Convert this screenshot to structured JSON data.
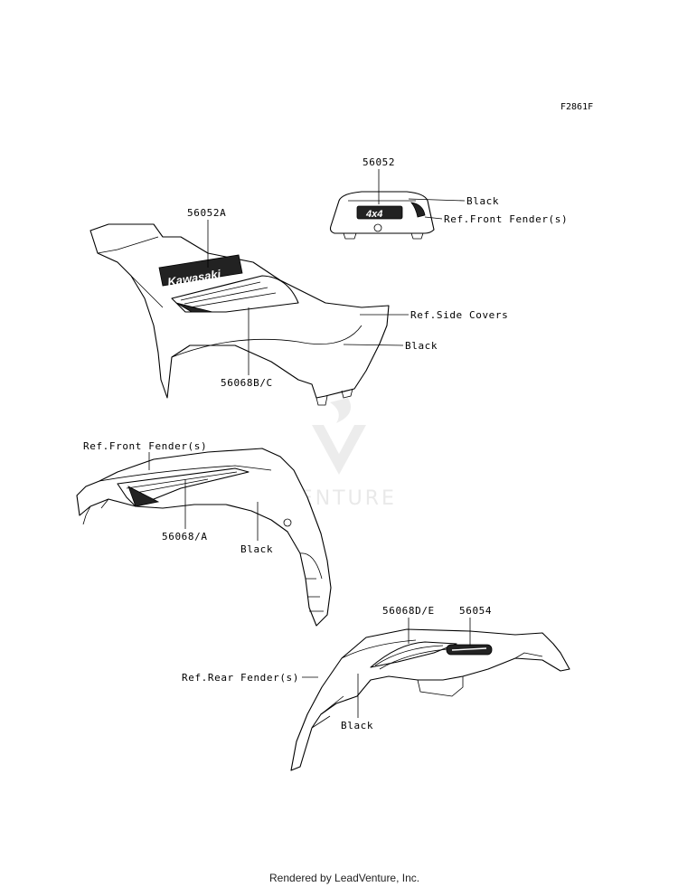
{
  "figure_code": "F2861F",
  "footer": "Rendered by LeadVenture, Inc.",
  "watermark": "LEADVENTURE",
  "decal_text": {
    "kawasaki": "Kawasaki",
    "four_by_four": "4x4"
  },
  "callouts": {
    "part_56052": "56052",
    "black_top": "Black",
    "ref_front_fender_top": "Ref.Front Fender(s)",
    "part_56052A": "56052A",
    "ref_side_covers": "Ref.Side Covers",
    "black_side": "Black",
    "part_56068BC": "56068B/C",
    "ref_front_fender_mid": "Ref.Front Fender(s)",
    "part_56068A": "56068/A",
    "black_mid": "Black",
    "part_56068DE": "56068D/E",
    "part_56054": "56054",
    "ref_rear_fender": "Ref.Rear Fender(s)",
    "black_rear": "Black"
  }
}
